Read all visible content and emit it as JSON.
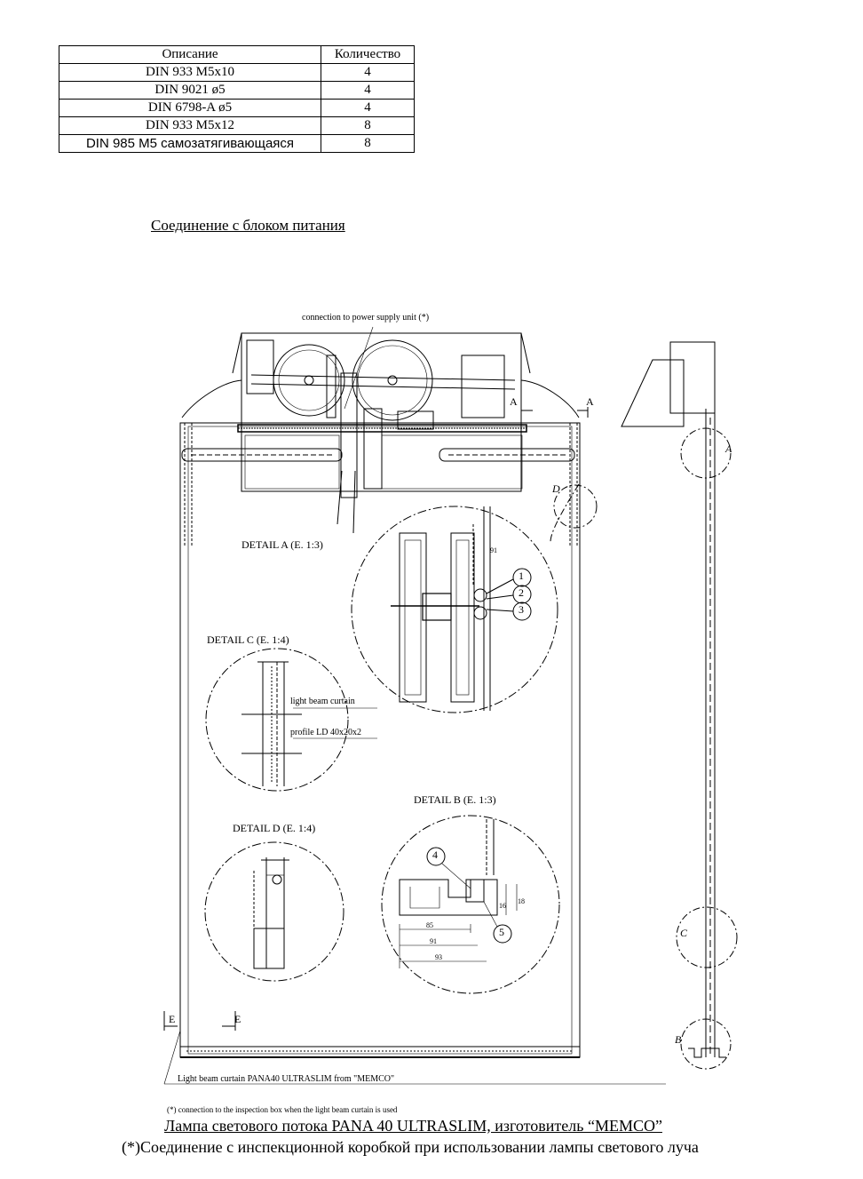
{
  "parts_table": {
    "headers": [
      "Описание",
      "Количество"
    ],
    "rows": [
      {
        "desc": "DIN 933 M5x10",
        "qty": "4"
      },
      {
        "desc": "DIN 9021 ø5",
        "qty": "4"
      },
      {
        "desc": "DIN 6798-A ø5",
        "qty": "4"
      },
      {
        "desc": "DIN 933 M5x12",
        "qty": "8"
      },
      {
        "desc": "DIN 985 M5 самозатягивающаяся",
        "qty": "8"
      }
    ]
  },
  "heading": "Соединение с блоком питания",
  "drawing": {
    "top_note": "connection to power supply unit (*)",
    "section_a": "A",
    "section_e": "E",
    "detail_a": "DETAIL A (E. 1:3)",
    "detail_b": "DETAIL  B (E. 1:3)",
    "detail_c": "DETAIL C (E. 1:4)",
    "detail_d": "DETAIL D (E. 1:4)",
    "label_light_curtain": "light beam curtain",
    "label_profile": "profile LD 40x20x2",
    "callouts": [
      "1",
      "2",
      "3",
      "4",
      "5"
    ],
    "dims": [
      "85",
      "91",
      "93",
      "18",
      "16",
      "91"
    ],
    "bottom_note": "Light beam curtain  PANA40 ULTRASLIM  from \"MEMCO\"",
    "inspection_note": "(*) connection to the inspection box when the light beam curtain is used",
    "side_letters": [
      "A",
      "D",
      "C",
      "B"
    ]
  },
  "caption_1": "Лампа светового потока PANA 40 ULTRASLIM, изготовитель “MEMCO”",
  "caption_2": "(*)Соединение с инспекционной коробкой при использовании лампы светового луча"
}
